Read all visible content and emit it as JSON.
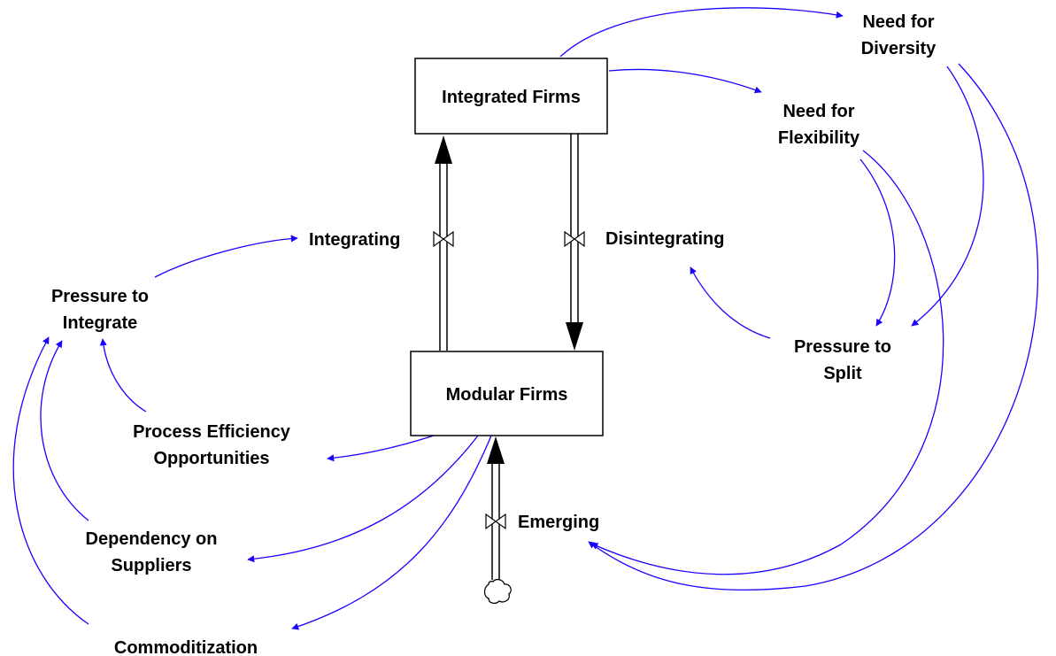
{
  "stocks": {
    "integrated": "Integrated Firms",
    "modular": "Modular Firms"
  },
  "flows": {
    "integrating": "Integrating",
    "disintegrating": "Disintegrating",
    "emerging": "Emerging"
  },
  "variables": {
    "need_diversity": [
      "Need for",
      "Diversity"
    ],
    "need_flexibility": [
      "Need for",
      "Flexibility"
    ],
    "pressure_split": [
      "Pressure to",
      "Split"
    ],
    "pressure_integrate": [
      "Pressure to",
      "Integrate"
    ],
    "process_efficiency": [
      "Process Efficiency",
      "Opportunities"
    ],
    "dependency": [
      "Dependency on",
      "Suppliers"
    ],
    "commoditization": "Commoditization"
  },
  "colors": {
    "link": "#1a00ff",
    "stock_border": "#000000",
    "background": "#ffffff"
  }
}
